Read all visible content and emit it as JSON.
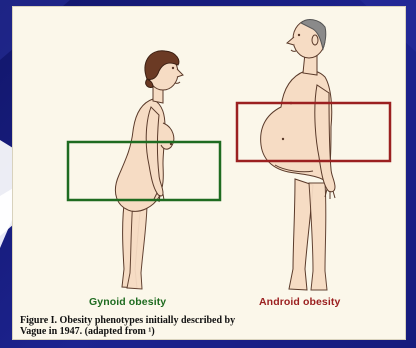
{
  "labels": {
    "gynoid": "Gynoid obesity",
    "android": "Android obesity"
  },
  "caption": "Figure I. Obesity phenotypes initially described by\nVague in 1947. (adapted from ¹)",
  "colors": {
    "background": "#1a1f7a",
    "card": "#fbf7ea",
    "gynoid_box": "#1e6b20",
    "android_box": "#9b2020",
    "skin": "#f6dcc4",
    "outline": "#5a3a2a",
    "hair_female": "#6b3a24",
    "hair_male": "#8a8a8a"
  },
  "icons": {
    "female_figure": "gynoid-woman-illustration",
    "male_figure": "android-man-illustration"
  }
}
